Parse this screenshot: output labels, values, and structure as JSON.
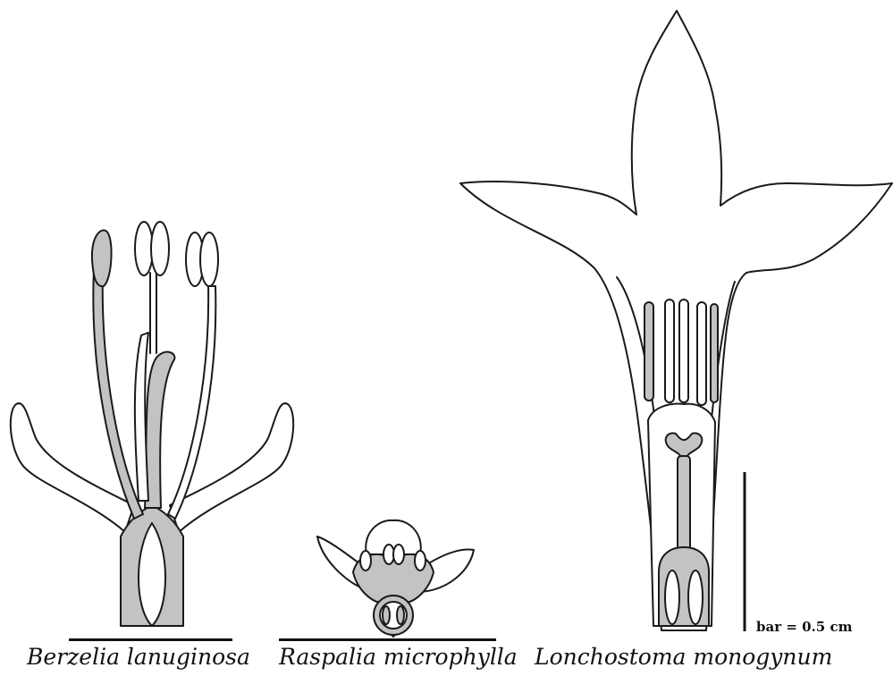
{
  "figure": {
    "species": [
      {
        "name": "Berzelia lanuginosa"
      },
      {
        "name": "Raspalia microphylla"
      },
      {
        "name": "Lonchostoma monogynum"
      }
    ],
    "scale_bar": {
      "label": "bar = 0.5 cm"
    },
    "colors": {
      "outline": "#1a1a1a",
      "tissue_fill": "#c3c3c3",
      "background": "#ffffff"
    }
  }
}
